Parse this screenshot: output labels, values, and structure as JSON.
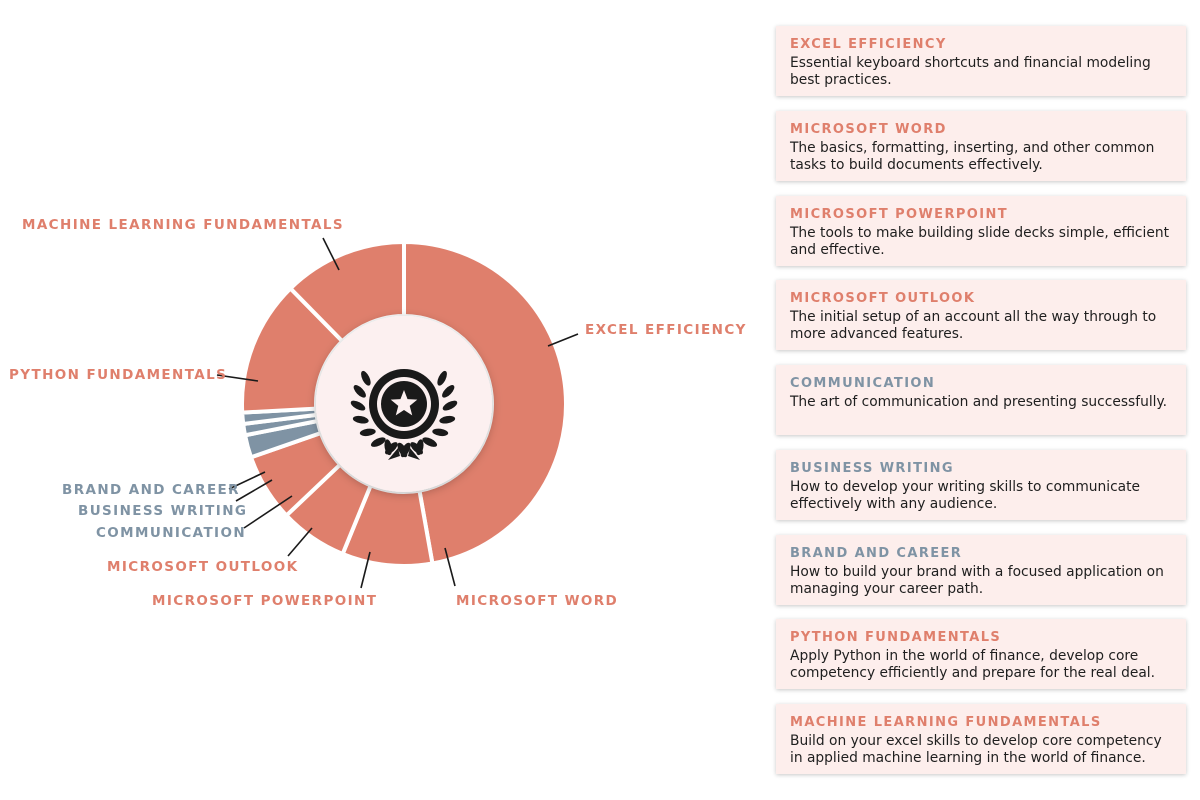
{
  "colors": {
    "primary": "#df7f6c",
    "secondary": "#7f93a4",
    "hub": "#fcf0f0",
    "icon": "#1a1a1a"
  },
  "chart_data": {
    "type": "pie",
    "variant": "donut",
    "title": "",
    "center_icon": "laurel-wreath-star-icon",
    "legend": "none",
    "grid": false,
    "categories": [
      "EXCEL EFFICIENCY",
      "MICROSOFT WORD",
      "MICROSOFT POWERPOINT",
      "MICROSOFT OUTLOOK",
      "COMMUNICATION",
      "BUSINESS WRITING",
      "BRAND AND CAREER",
      "PYTHON FUNDAMENTALS",
      "MACHINE LEARNING FUNDAMENTALS"
    ],
    "values": [
      42,
      8,
      6,
      6,
      2,
      1,
      1,
      12,
      11
    ],
    "segment_colors": [
      "primary",
      "primary",
      "primary",
      "primary",
      "secondary",
      "secondary",
      "secondary",
      "primary",
      "primary"
    ]
  },
  "cards": [
    {
      "title": "EXCEL EFFICIENCY",
      "color": "primary",
      "description": "Essential keyboard shortcuts and financial modeling best practices."
    },
    {
      "title": "MICROSOFT WORD",
      "color": "primary",
      "description": "The basics, formatting, inserting, and other common tasks to build documents effectively."
    },
    {
      "title": "MICROSOFT POWERPOINT",
      "color": "primary",
      "description": "The tools to make building slide decks simple, efficient and effective."
    },
    {
      "title": "MICROSOFT OUTLOOK",
      "color": "primary",
      "description": "The initial setup of an account all the way through to more advanced features."
    },
    {
      "title": "COMMUNICATION",
      "color": "secondary",
      "description": "The art of communication and presenting successfully."
    },
    {
      "title": "BUSINESS WRITING",
      "color": "secondary",
      "description": "How to develop your writing skills to communicate effectively with any audience."
    },
    {
      "title": "BRAND AND CAREER",
      "color": "secondary",
      "description": "How to build your brand with a focused application on managing your career path."
    },
    {
      "title": "PYTHON FUNDAMENTALS",
      "color": "primary",
      "description": "Apply Python in the world of finance, develop core competency efficiently and prepare for the real deal."
    },
    {
      "title": "MACHINE LEARNING FUNDAMENTALS",
      "color": "primary",
      "description": "Build on your excel skills to develop core competency in applied machine learning in the world of finance."
    }
  ]
}
